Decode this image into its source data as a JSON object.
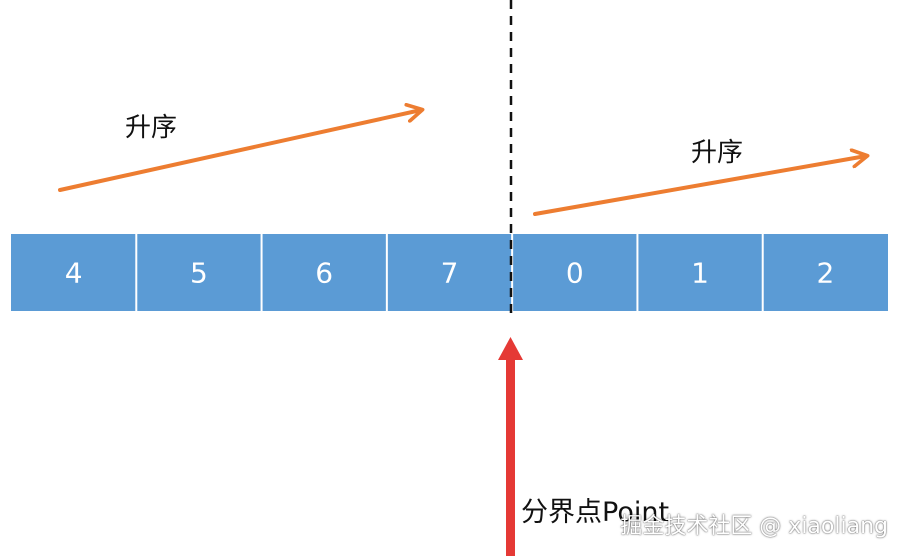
{
  "array": {
    "cells": [
      "4",
      "5",
      "6",
      "7",
      "0",
      "1",
      "2"
    ],
    "fill_color": "#5b9bd5",
    "text_color": "#ffffff",
    "border_color": "#ffffff"
  },
  "labels": {
    "ascending_left": "升序",
    "ascending_right": "升序",
    "split_point": "分界点Point"
  },
  "arrows": {
    "ascending_color": "#ed7d31",
    "pointer_color": "#e53935"
  },
  "divider": {
    "style": "dashed",
    "color": "#111111"
  },
  "watermark": {
    "text": "掘金技术社区 @ xiaoliang"
  }
}
